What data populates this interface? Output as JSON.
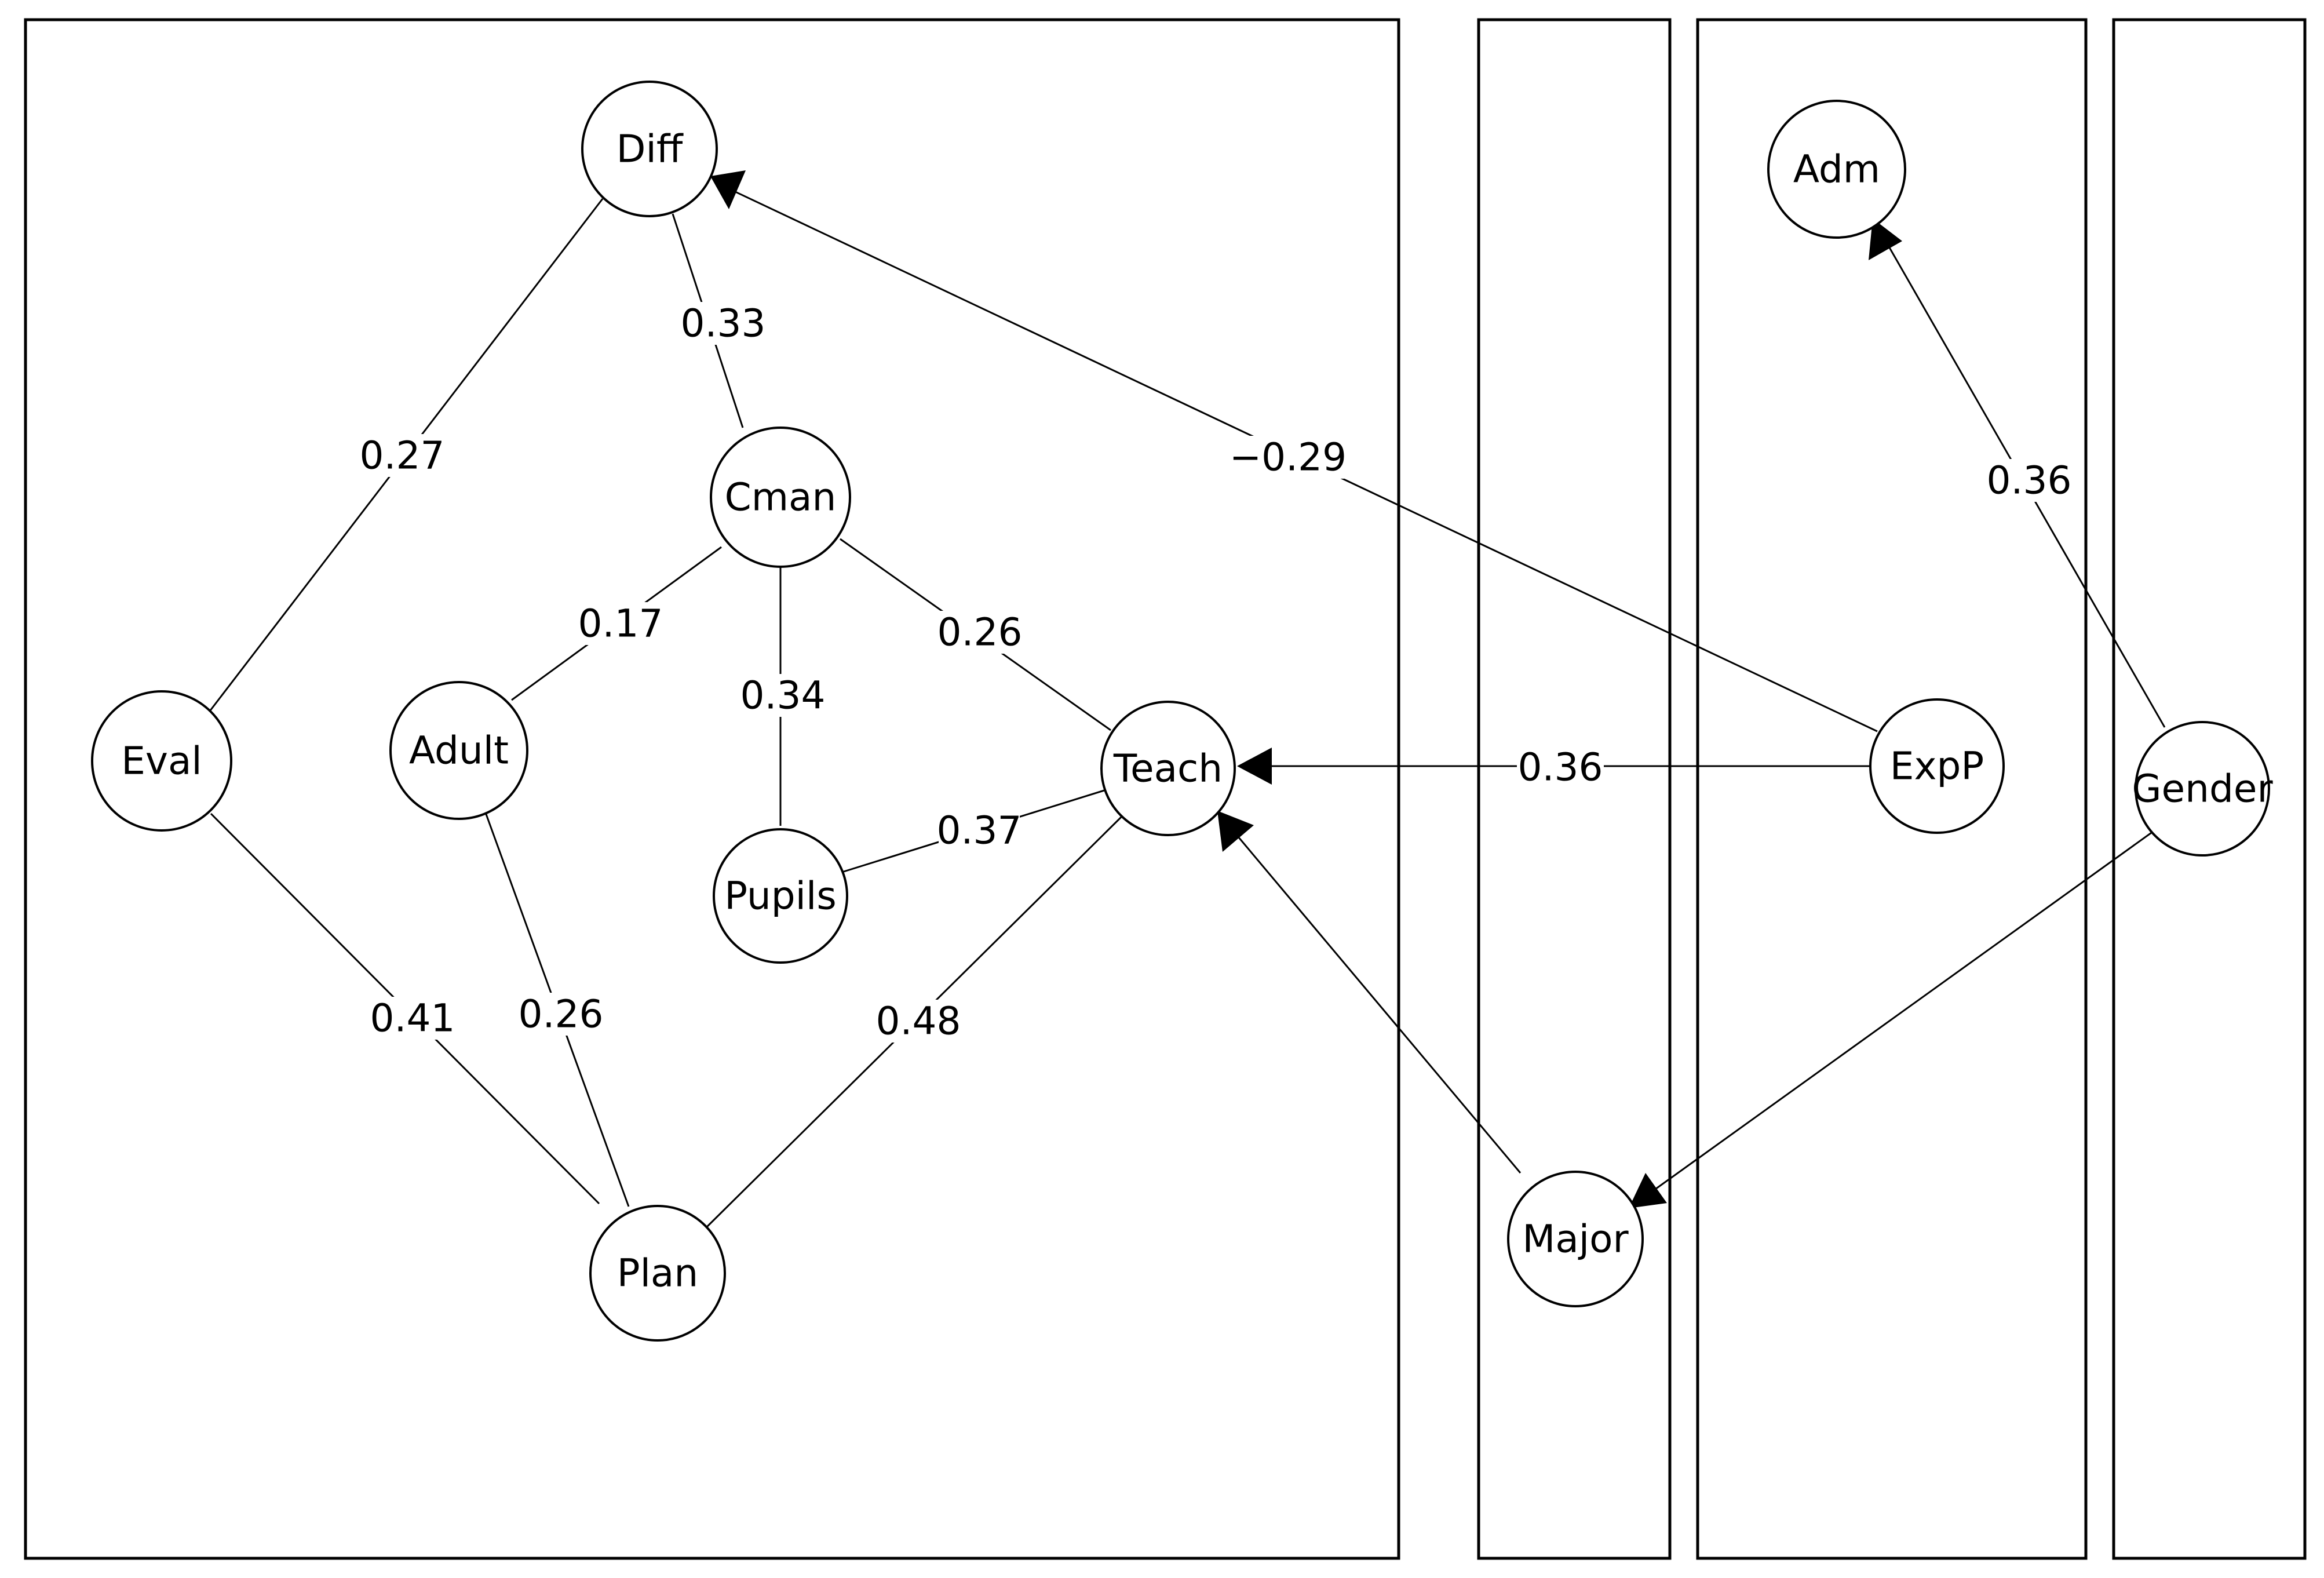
{
  "nodes": [
    {
      "id": "diff",
      "label": "Diff"
    },
    {
      "id": "cman",
      "label": "Cman"
    },
    {
      "id": "eval",
      "label": "Eval"
    },
    {
      "id": "adult",
      "label": "Adult"
    },
    {
      "id": "pupils",
      "label": "Pupils"
    },
    {
      "id": "teach",
      "label": "Teach"
    },
    {
      "id": "plan",
      "label": "Plan"
    },
    {
      "id": "major",
      "label": "Major"
    },
    {
      "id": "adm",
      "label": "Adm"
    },
    {
      "id": "expp",
      "label": "ExpP"
    },
    {
      "id": "gender",
      "label": "Gender"
    }
  ],
  "edges": [
    {
      "from": "Diff",
      "to": "Eval",
      "label": "0.27",
      "directed": false
    },
    {
      "from": "Diff",
      "to": "Cman",
      "label": "0.33",
      "directed": false
    },
    {
      "from": "Cman",
      "to": "Adult",
      "label": "0.17",
      "directed": false
    },
    {
      "from": "Cman",
      "to": "Pupils",
      "label": "0.34",
      "directed": false
    },
    {
      "from": "Cman",
      "to": "Teach",
      "label": "0.26",
      "directed": false
    },
    {
      "from": "Pupils",
      "to": "Teach",
      "label": "0.37",
      "directed": false
    },
    {
      "from": "Eval",
      "to": "Plan",
      "label": "0.41",
      "directed": false
    },
    {
      "from": "Adult",
      "to": "Plan",
      "label": "0.26",
      "directed": false
    },
    {
      "from": "Teach",
      "to": "Plan",
      "label": "0.48",
      "directed": false
    },
    {
      "from": "ExpP",
      "to": "Diff",
      "label": "−0.29",
      "directed": true
    },
    {
      "from": "ExpP",
      "to": "Teach",
      "label": "0.36",
      "directed": true
    },
    {
      "from": "Major",
      "to": "Teach",
      "label": "",
      "directed": true
    },
    {
      "from": "Gender",
      "to": "Adm",
      "label": "0.36",
      "directed": true
    },
    {
      "from": "Gender",
      "to": "Major",
      "label": "",
      "directed": true
    }
  ]
}
